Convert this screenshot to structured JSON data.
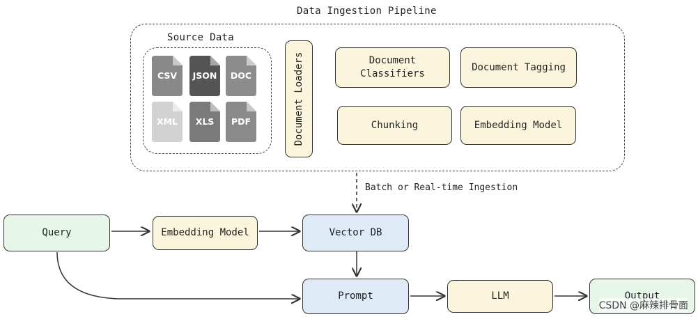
{
  "pipeline": {
    "title": "Data Ingestion Pipeline",
    "source": {
      "title": "Source Data",
      "files": [
        {
          "label": "CSV",
          "color": "#888888"
        },
        {
          "label": "JSON",
          "color": "#555555"
        },
        {
          "label": "DOC",
          "color": "#8c8c8c"
        },
        {
          "label": "XML",
          "color": "#d2d2d2"
        },
        {
          "label": "XLS",
          "color": "#7a7a7a"
        },
        {
          "label": "PDF",
          "color": "#8a8a8a"
        }
      ]
    },
    "loaders_label": "Document Loaders",
    "steps": {
      "classifiers": "Document\nClassifiers",
      "tagging": "Document Tagging",
      "chunking": "Chunking",
      "embedding": "Embedding Model"
    }
  },
  "edge_label": "Batch or Real-time Ingestion",
  "flow": {
    "query": "Query",
    "embedding_model": "Embedding Model",
    "vector_db": "Vector DB",
    "prompt": "Prompt",
    "llm": "LLM",
    "output": "Output"
  },
  "colors": {
    "yellow": "#fbf5dd",
    "green": "#e6f6e8",
    "blue": "#dfeaf7"
  },
  "watermark": "CSDN @麻辣排骨面"
}
